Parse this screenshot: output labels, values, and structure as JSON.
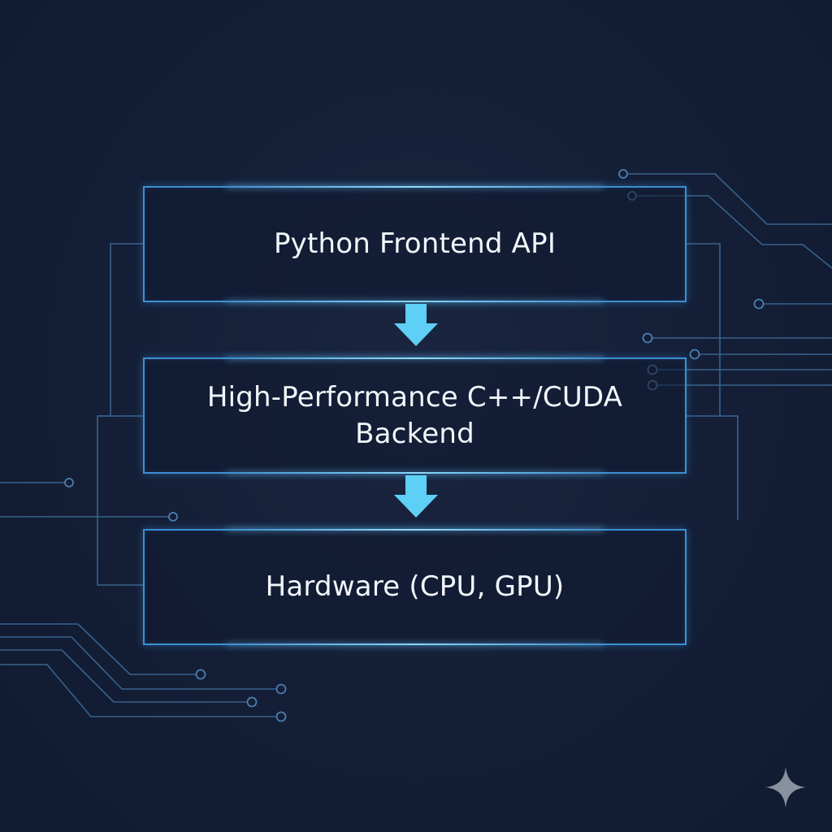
{
  "diagram": {
    "layers": [
      {
        "label": "Python Frontend API"
      },
      {
        "label": "High-Performance C++/CUDA Backend"
      },
      {
        "label": "Hardware (CPU, GPU)"
      }
    ],
    "flow_direction": "top-to-bottom",
    "arrow_icon": "down-arrow-icon",
    "decoration_icon": "sparkle-icon"
  },
  "colors": {
    "background": "#141e36",
    "box_border": "#3d8fd1",
    "arrow": "#5fd0f5",
    "circuit_lines": "#3f6f9c",
    "text": "#f2f6fb"
  }
}
